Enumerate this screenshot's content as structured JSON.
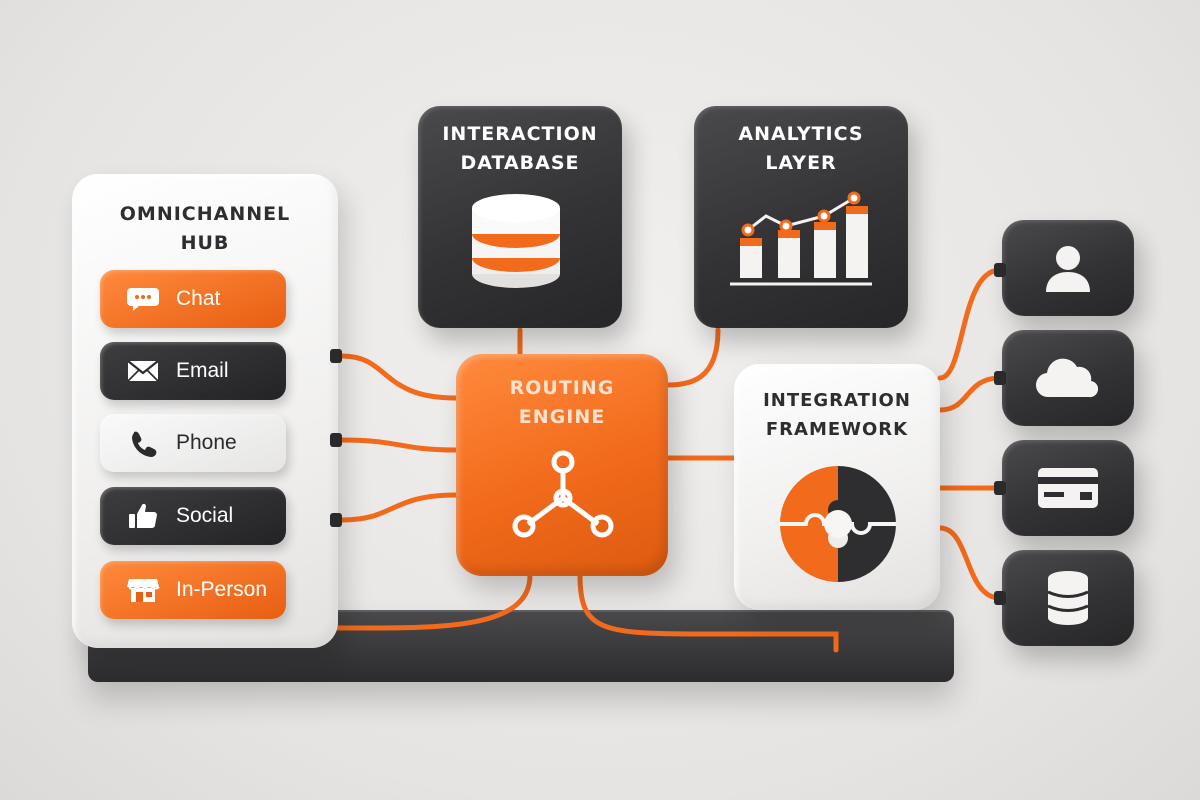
{
  "hub": {
    "title_line1": "OMNICHANNEL",
    "title_line2": "HUB",
    "channels": [
      {
        "label": "Chat",
        "icon": "chat-bubble-icon",
        "style": "orange"
      },
      {
        "label": "Email",
        "icon": "envelope-icon",
        "style": "dark"
      },
      {
        "label": "Phone",
        "icon": "phone-icon",
        "style": "light"
      },
      {
        "label": "Social",
        "icon": "thumbs-up-icon",
        "style": "dark"
      },
      {
        "label": "In-Person",
        "icon": "storefront-icon",
        "style": "orange"
      }
    ]
  },
  "database": {
    "title_line1": "INTERACTION",
    "title_line2": "DATABASE",
    "icon": "database-stack-icon"
  },
  "analytics": {
    "title_line1": "ANALYTICS",
    "title_line2": "LAYER",
    "icon": "bar-line-chart-icon"
  },
  "routing": {
    "title_line1": "ROUTING",
    "title_line2": "ENGINE",
    "icon": "network-nodes-icon"
  },
  "integration": {
    "title_line1": "INTEGRATION",
    "title_line2": "FRAMEWORK",
    "icon": "puzzle-circle-icon"
  },
  "endpoints": [
    {
      "icon": "user-icon"
    },
    {
      "icon": "cloud-icon"
    },
    {
      "icon": "credit-card-icon"
    },
    {
      "icon": "database-icon"
    }
  ],
  "colors": {
    "accent": "#f26a1b",
    "dark": "#2e2e30",
    "light": "#f4f3f2",
    "background": "#e8e6e4"
  }
}
